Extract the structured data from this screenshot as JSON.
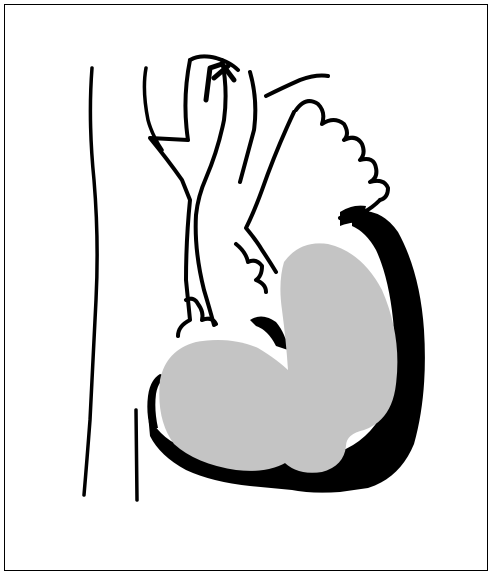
{
  "figure": {
    "background": "#ffffff",
    "ink_color": "#000000",
    "fill_color": "#c4c4c4",
    "structures": [
      "spine-outline",
      "aorta-outline",
      "pulmonary-artery-outline",
      "heart-chambers",
      "pericardial-effusion",
      "arrow"
    ]
  }
}
